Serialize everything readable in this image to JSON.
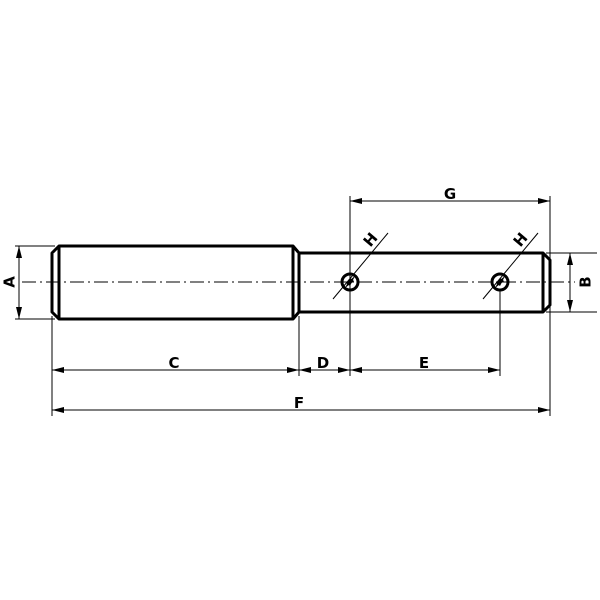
{
  "labels": {
    "A": "A",
    "B": "B",
    "C": "C",
    "D": "D",
    "E": "E",
    "F": "F",
    "G": "G",
    "H1": "H",
    "H2": "H"
  }
}
